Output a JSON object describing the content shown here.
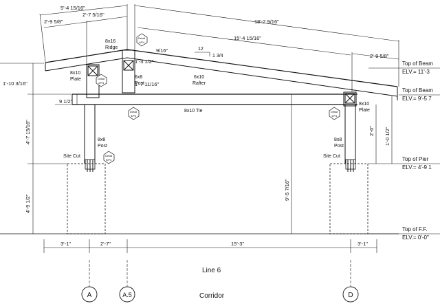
{
  "top_dims": {
    "a": "5'-4 15/16\"",
    "b": "2'-9 5/8\"",
    "c": "2'-7 5/16\"",
    "d": "18'-2 9/16\"",
    "e": "15'-4 15/16\"",
    "f": "2'-9 5/8\""
  },
  "members": {
    "ridge": [
      "8x16",
      "Ridge"
    ],
    "left_plate": [
      "8x10",
      "Plate"
    ],
    "right_plate": [
      "8x10",
      "Plate"
    ],
    "post_6x8": [
      "6x8",
      "Post"
    ],
    "rafter": [
      "6x10",
      "Rafter"
    ],
    "tie": "8x10 Tie",
    "left_post": [
      "8x8",
      "Post"
    ],
    "right_post": [
      "8x8",
      "Post"
    ]
  },
  "details": {
    "ridge": [
      "Detail",
      "4/P4"
    ],
    "plate": [
      "Detail",
      "2/P4"
    ],
    "tie": [
      "Detail",
      "3/P4"
    ],
    "right": [
      "Detail",
      "1/P4"
    ],
    "base": [
      "Detail",
      "5/P4"
    ]
  },
  "misc_dims": {
    "ridge_offset": "9/16\"",
    "slope_run": "12",
    "slope_rise": "1 3/4",
    "ridge_depth": "1'-3 1/2\"",
    "post_len": "1'-7 11/16\"",
    "left_height": "1'-10 3/16\"",
    "tie_offset": "9 1/2\"",
    "post_height": "4'-7 15/16\"",
    "pier_height": "4'-9 1/2\"",
    "center_height": "9'-5 7/16\"",
    "right_2ft": "2'-0\"",
    "right_1ft": "1'-0 1/2\""
  },
  "site_cut": "Site Cut",
  "elevations": [
    {
      "title": "Top of Beam",
      "value": "ELV.= 11'-3"
    },
    {
      "title": "Top of Beam",
      "value": "ELV.= 9'-5 7"
    },
    {
      "title": "Top of Pier",
      "value": "ELV.= 4'-9 1"
    },
    {
      "title": "Top of F.F.",
      "value": "ELV.= 0'-0\""
    }
  ],
  "bottom_dims": [
    "3'-1\"",
    "2'-7\"",
    "15'-3\"",
    "3'-1\""
  ],
  "line_label": "Line 6",
  "grid_labels": [
    "A",
    "A.5",
    "D"
  ],
  "corridor_label": "Corridor"
}
